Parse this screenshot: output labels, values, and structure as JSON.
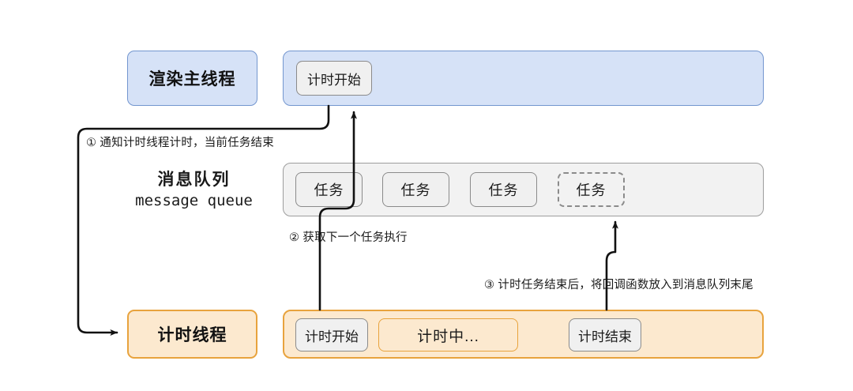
{
  "diagram": {
    "title_hidden": "",
    "lanes": [
      {
        "id": "render-main-thread",
        "label": "渲染主线程",
        "color": "#d6e2f7",
        "border": "#7396cf",
        "chips": [
          {
            "label": "计时开始",
            "style": "gray"
          }
        ]
      },
      {
        "id": "message-queue",
        "label_cn": "消息队列",
        "label_en": "message queue",
        "color": "#f2f2f2",
        "border": "#9d9d9d",
        "chips": [
          {
            "label": "任务",
            "style": "gray"
          },
          {
            "label": "任务",
            "style": "gray"
          },
          {
            "label": "任务",
            "style": "gray"
          },
          {
            "label": "任务",
            "style": "gray-dashed"
          }
        ]
      },
      {
        "id": "timer-thread",
        "label": "计时线程",
        "color": "#fce9cf",
        "border": "#e8a33d",
        "chips": [
          {
            "label": "计时开始",
            "style": "gray"
          },
          {
            "label": "计时中...",
            "style": "orange"
          },
          {
            "label": "计时结束",
            "style": "gray"
          }
        ]
      }
    ],
    "annotations": [
      {
        "id": "note-1",
        "text": "① 通知计时线程计时，当前任务结束"
      },
      {
        "id": "note-2",
        "text": "② 获取下一个任务执行"
      },
      {
        "id": "note-3",
        "text": "③ 计时任务结束后，将回调函数放入到消息队列末尾"
      }
    ],
    "arrow_color": "#111111"
  }
}
